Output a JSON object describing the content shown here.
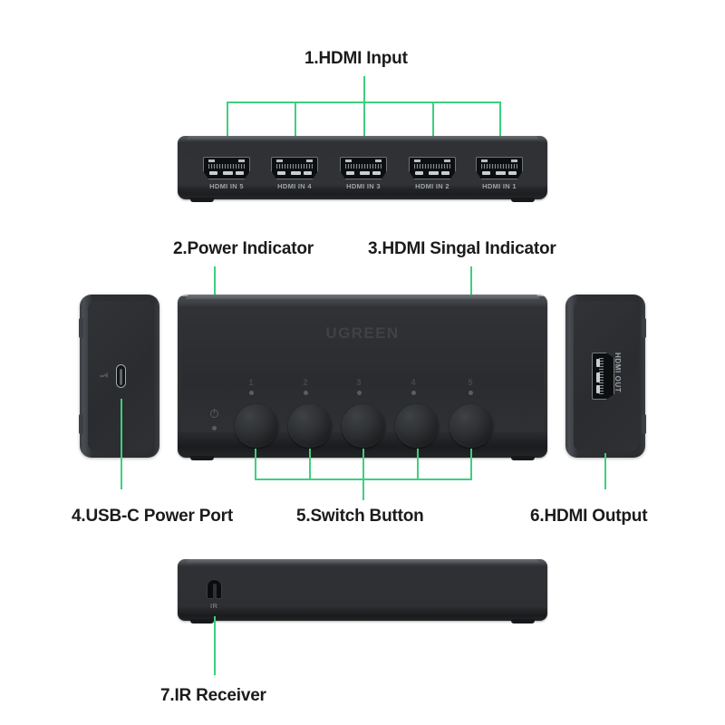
{
  "callouts": {
    "hdmi_input": "1.HDMI Input",
    "power_indicator": "2.Power Indicator",
    "signal_indicator": "3.HDMI Singal Indicator",
    "usb_c_power_port": "4.USB-C Power Port",
    "switch_button": "5.Switch Button",
    "hdmi_output": "6.HDMI Output",
    "ir_receiver": "7.IR Receiver"
  },
  "rear_panel": {
    "ports": [
      {
        "label": "HDMI IN 5"
      },
      {
        "label": "HDMI IN 4"
      },
      {
        "label": "HDMI IN 3"
      },
      {
        "label": "HDMI IN 2"
      },
      {
        "label": "HDMI IN 1"
      }
    ]
  },
  "front_panel": {
    "brand": "UGREEN",
    "buttons": [
      {
        "number": "1"
      },
      {
        "number": "2"
      },
      {
        "number": "3"
      },
      {
        "number": "4"
      },
      {
        "number": "5"
      }
    ]
  },
  "left_panel": {
    "port": "usb-c"
  },
  "right_panel": {
    "port_label": "HDMI OUT"
  },
  "bottom_panel": {
    "ir_label": "IR"
  },
  "colors": {
    "accent_green": "#3ecf7f",
    "caption_text": "#1b1b1b",
    "device_body": "#2b2d30",
    "background": "#ffffff"
  }
}
